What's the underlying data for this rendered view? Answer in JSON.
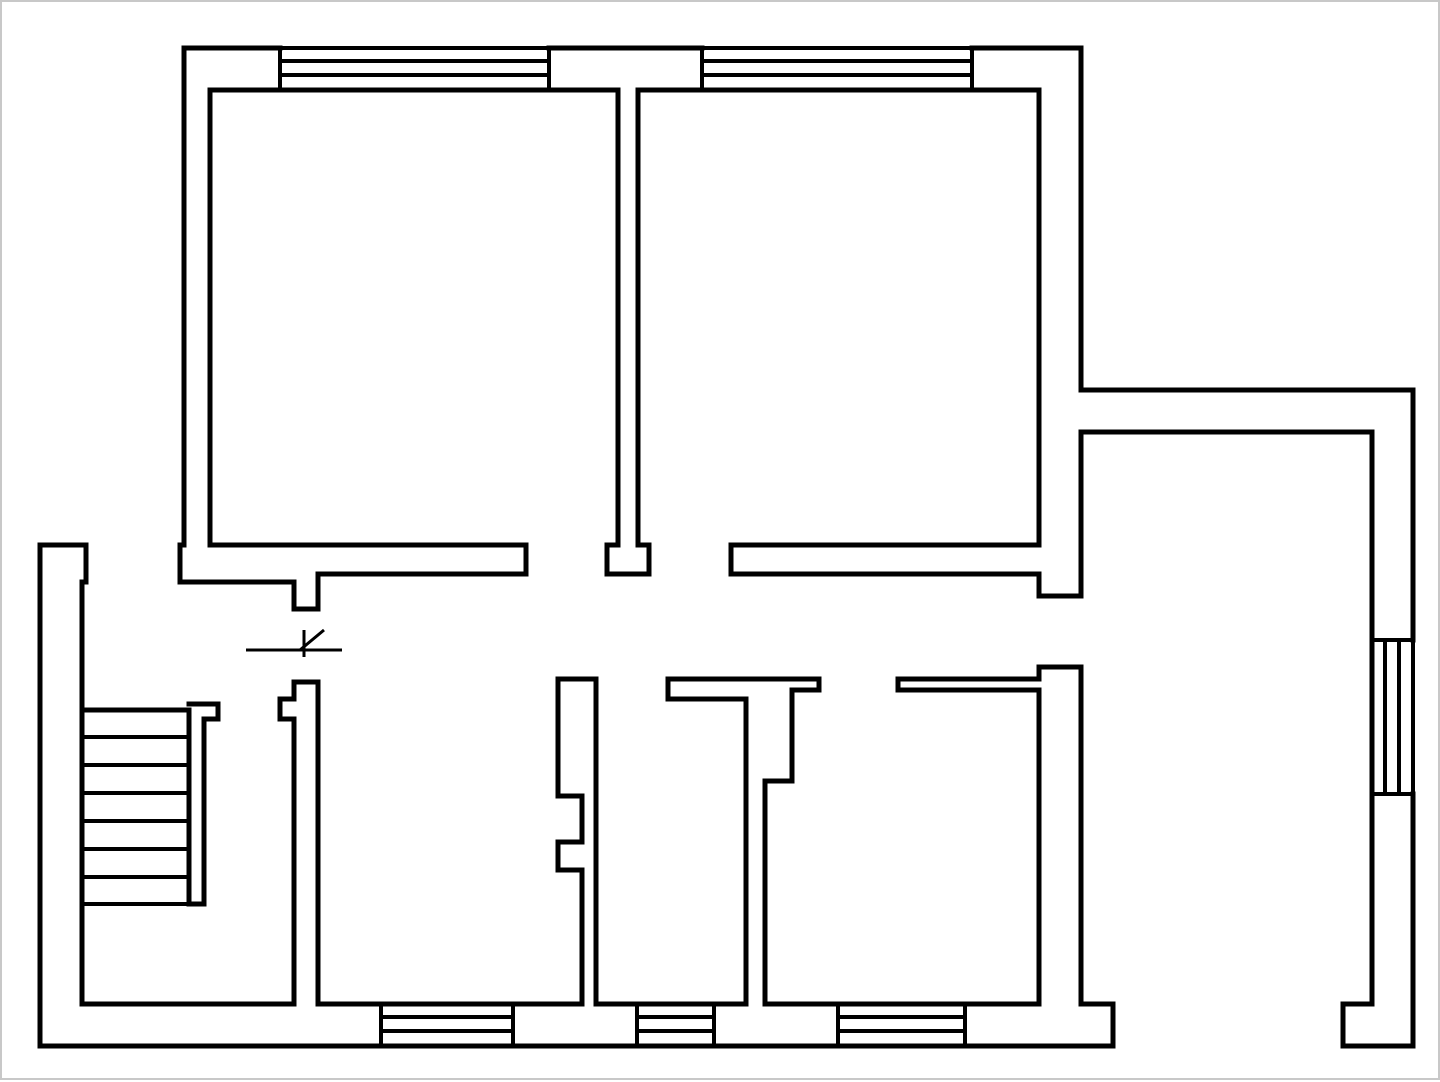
{
  "image": {
    "background": "#ffffff",
    "line_color": "#000000",
    "frame_color": "#c8c8c8"
  },
  "plan": {
    "rooms": 5,
    "windows": 6,
    "doors": 5,
    "stair_treads": 7,
    "label_text": ""
  }
}
